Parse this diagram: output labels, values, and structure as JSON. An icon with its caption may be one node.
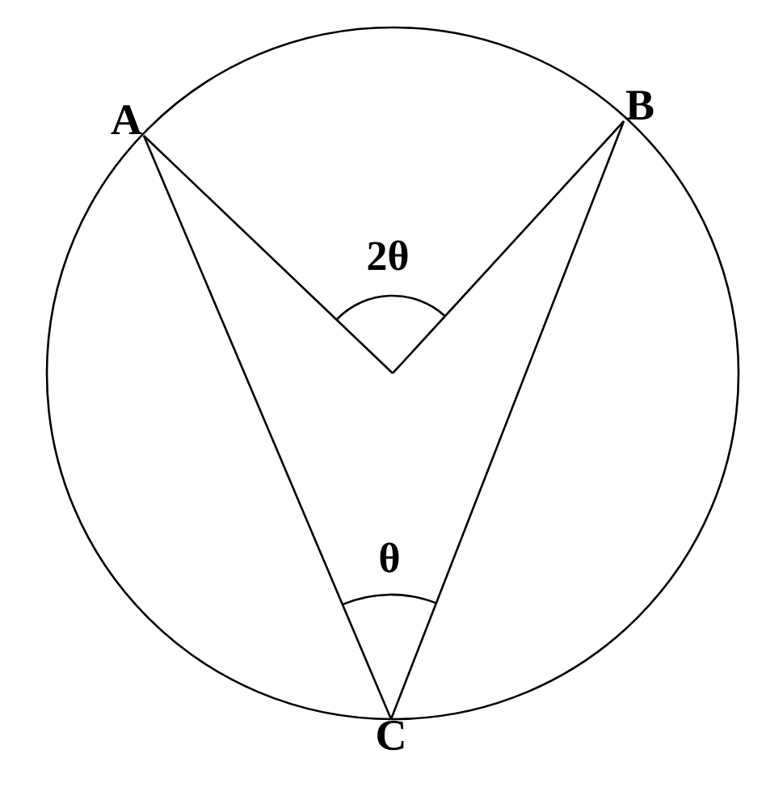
{
  "diagram": {
    "nodes": [
      {
        "text": [
          "A"
        ]
      },
      {
        "text": [
          "B"
        ]
      },
      {
        "text": [
          "C"
        ]
      }
    ],
    "edges": [
      {
        "from": 0,
        "to": null,
        "arrow": "none"
      },
      {
        "from": 1,
        "to": null,
        "arrow": "none"
      },
      {
        "from": 0,
        "to": 2,
        "arrow": "none"
      },
      {
        "from": 1,
        "to": 2,
        "arrow": "none"
      }
    ],
    "labels": [
      "2θ",
      "θ"
    ]
  }
}
